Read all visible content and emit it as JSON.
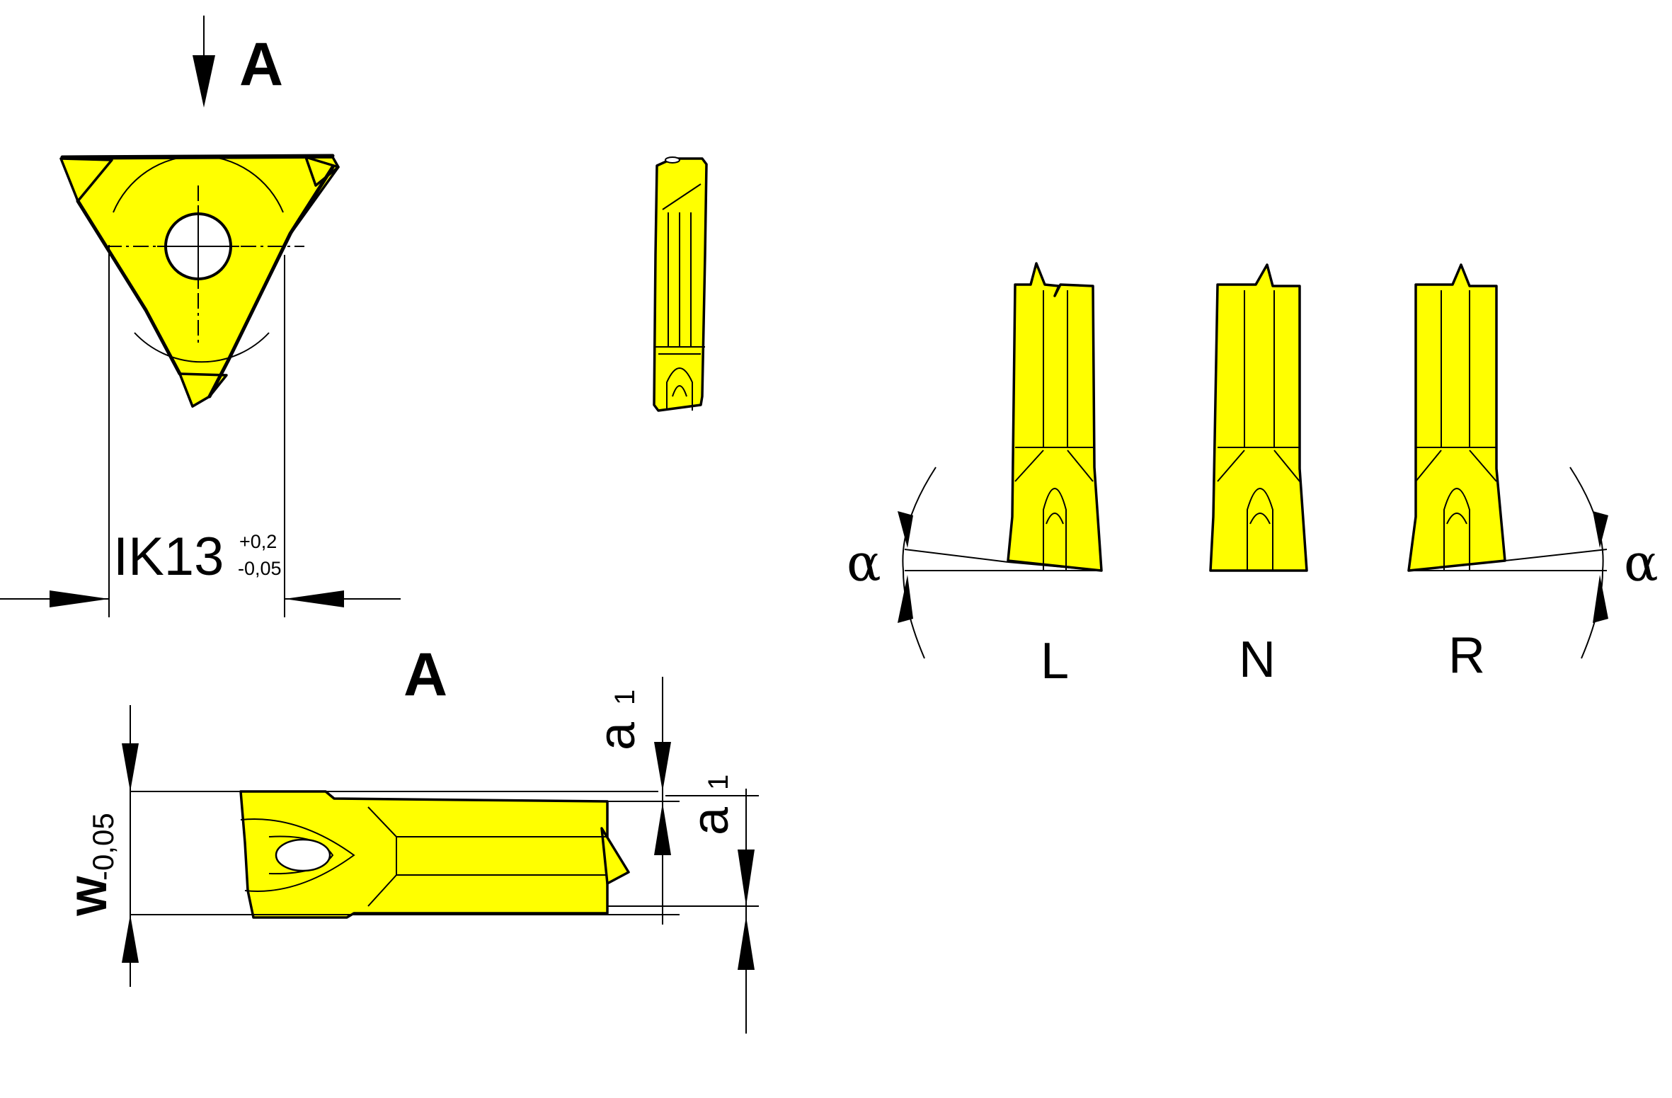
{
  "view_label": "A",
  "section_label": "A",
  "dimension_ik": {
    "main": "IK13",
    "upper_tolerance": "+0,2",
    "lower_tolerance": "-0,05"
  },
  "dimension_w": {
    "main": "W",
    "tolerance": "-0,05"
  },
  "dimension_a1_top": {
    "main": "a",
    "subscript": "1"
  },
  "dimension_a1_bottom": {
    "main": "a",
    "subscript": "1"
  },
  "angle_symbol_left": "α",
  "angle_symbol_right": "α",
  "variants": [
    "L",
    "N",
    "R"
  ],
  "colors": {
    "insert_fill": "#ffff00",
    "line": "#000000",
    "background": "#ffffff"
  }
}
